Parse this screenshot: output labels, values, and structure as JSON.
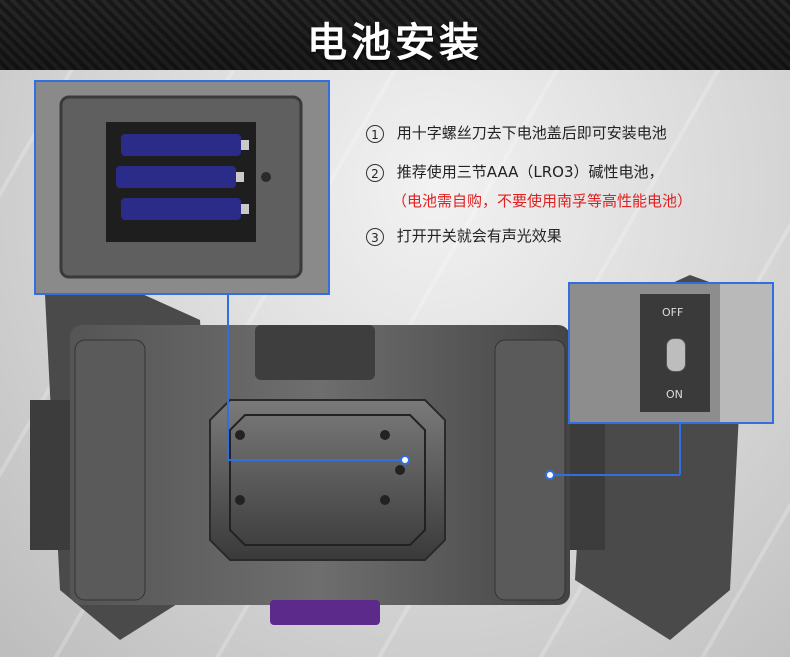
{
  "title": "电池安装",
  "steps": [
    {
      "num": "1",
      "text": "用十字螺丝刀去下电池盖后即可安装电池"
    },
    {
      "num": "2",
      "text": "推荐使用三节AAA（LRO3）碱性电池，"
    },
    {
      "num": "3",
      "text": "打开开关就会有声光效果"
    }
  ],
  "warning": "（电池需自购，不要使用南孚等高性能电池）",
  "switch": {
    "off": "OFF",
    "on": "ON"
  },
  "colors": {
    "accent": "#2f6fe0",
    "warning": "#e02020"
  }
}
